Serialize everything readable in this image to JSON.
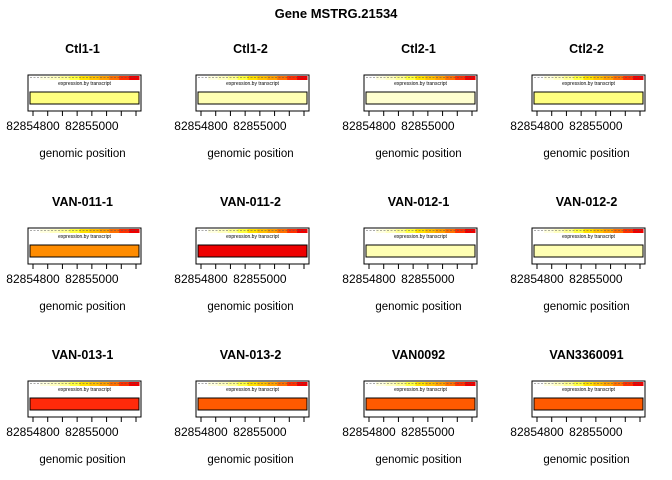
{
  "figure": {
    "title": "Gene MSTRG.21534",
    "xlabel": "genomic position",
    "legend_caption": "expression.by transcript"
  },
  "chart_data": [
    {
      "type": "heatmap",
      "title": "Ctl1-1",
      "xlabel": "genomic position",
      "x_ticks": [
        82854800,
        82855000
      ],
      "fill": "#FFFF80",
      "expression_rank": 2
    },
    {
      "type": "heatmap",
      "title": "Ctl1-2",
      "xlabel": "genomic position",
      "x_ticks": [
        82854800,
        82855000
      ],
      "fill": "#FFFFB3",
      "expression_rank": 1
    },
    {
      "type": "heatmap",
      "title": "Ctl2-1",
      "xlabel": "genomic position",
      "x_ticks": [
        82854800,
        82855000
      ],
      "fill": "#FFFFD0",
      "expression_rank": 0
    },
    {
      "type": "heatmap",
      "title": "Ctl2-2",
      "xlabel": "genomic position",
      "x_ticks": [
        82854800,
        82855000
      ],
      "fill": "#FFFF80",
      "expression_rank": 2
    },
    {
      "type": "heatmap",
      "title": "VAN-011-1",
      "xlabel": "genomic position",
      "x_ticks": [
        82854800,
        82855000
      ],
      "fill": "#FF8C00",
      "expression_rank": 6
    },
    {
      "type": "heatmap",
      "title": "VAN-011-2",
      "xlabel": "genomic position",
      "x_ticks": [
        82854800,
        82855000
      ],
      "fill": "#EE0000",
      "expression_rank": 9
    },
    {
      "type": "heatmap",
      "title": "VAN-012-1",
      "xlabel": "genomic position",
      "x_ticks": [
        82854800,
        82855000
      ],
      "fill": "#FFFFB3",
      "expression_rank": 1
    },
    {
      "type": "heatmap",
      "title": "VAN-012-2",
      "xlabel": "genomic position",
      "x_ticks": [
        82854800,
        82855000
      ],
      "fill": "#FFFFB3",
      "expression_rank": 1
    },
    {
      "type": "heatmap",
      "title": "VAN-013-1",
      "xlabel": "genomic position",
      "x_ticks": [
        82854800,
        82855000
      ],
      "fill": "#FF2A0A",
      "expression_rank": 8
    },
    {
      "type": "heatmap",
      "title": "VAN-013-2",
      "xlabel": "genomic position",
      "x_ticks": [
        82854800,
        82855000
      ],
      "fill": "#FF5A00",
      "expression_rank": 7
    },
    {
      "type": "heatmap",
      "title": "VAN0092",
      "xlabel": "genomic position",
      "x_ticks": [
        82854800,
        82855000
      ],
      "fill": "#FF5A00",
      "expression_rank": 7
    },
    {
      "type": "heatmap",
      "title": "VAN3360091",
      "xlabel": "genomic position",
      "x_ticks": [
        82854800,
        82855000
      ],
      "fill": "#FF5A00",
      "expression_rank": 7
    }
  ],
  "colors": {
    "scale": [
      "#FFFFFF",
      "#FFFFE0",
      "#FFFFC0",
      "#FFFF90",
      "#FFFF40",
      "#FFE000",
      "#FFC000",
      "#FFA000",
      "#FF7000",
      "#FF3000",
      "#EE0000"
    ],
    "outline": "#000000"
  }
}
